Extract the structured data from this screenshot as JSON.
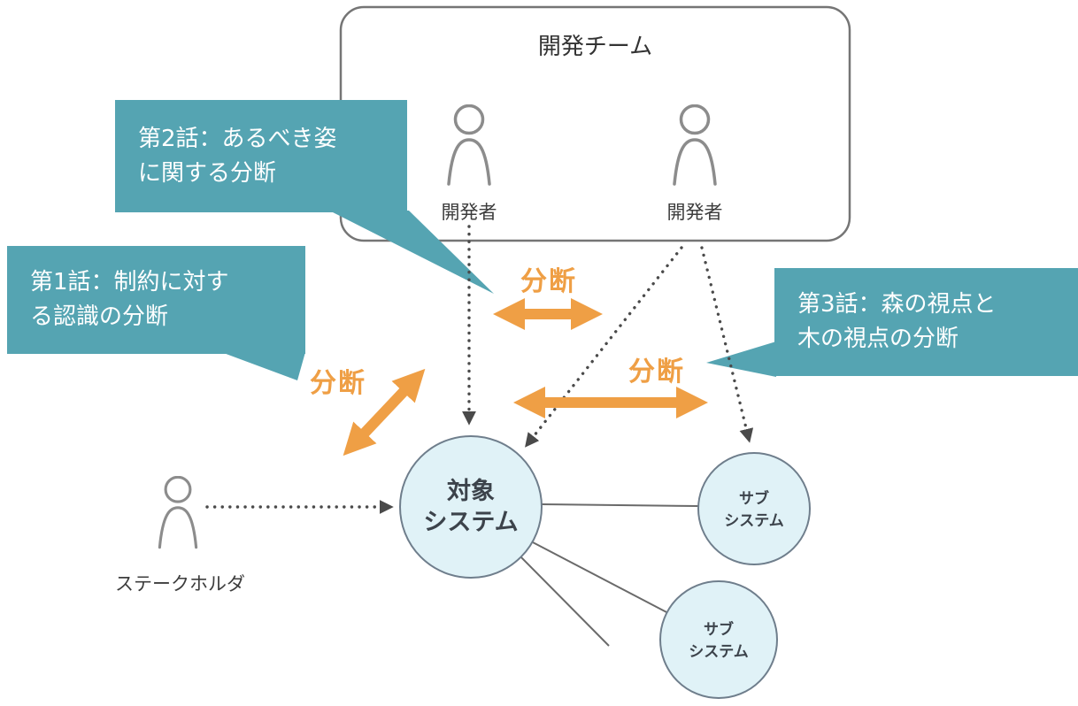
{
  "team": {
    "title": "開発チーム",
    "members": [
      {
        "label": "開発者"
      },
      {
        "label": "開発者"
      }
    ]
  },
  "stakeholder": {
    "label": "ステークホルダ"
  },
  "callouts": {
    "ep1": {
      "line1": "第1話：制約に対す",
      "line2": "る認識の分断"
    },
    "ep2": {
      "line1": "第2話：あるべき姿",
      "line2": "に関する分断"
    },
    "ep3": {
      "line1": "第3話：森の視点と",
      "line2": "木の視点の分断"
    }
  },
  "disconnect": {
    "label": "分断"
  },
  "nodes": {
    "target": {
      "line1": "対象",
      "line2": "システム"
    },
    "sub_right": {
      "line1": "サブ",
      "line2": "システム"
    },
    "sub_bottom": {
      "line1": "サブ",
      "line2": "システム"
    }
  },
  "colors": {
    "callout": "#55a4b2",
    "orange": "#ef9f45",
    "node_fill": "#e0f2f7",
    "node_stroke": "#6f7e8c"
  }
}
